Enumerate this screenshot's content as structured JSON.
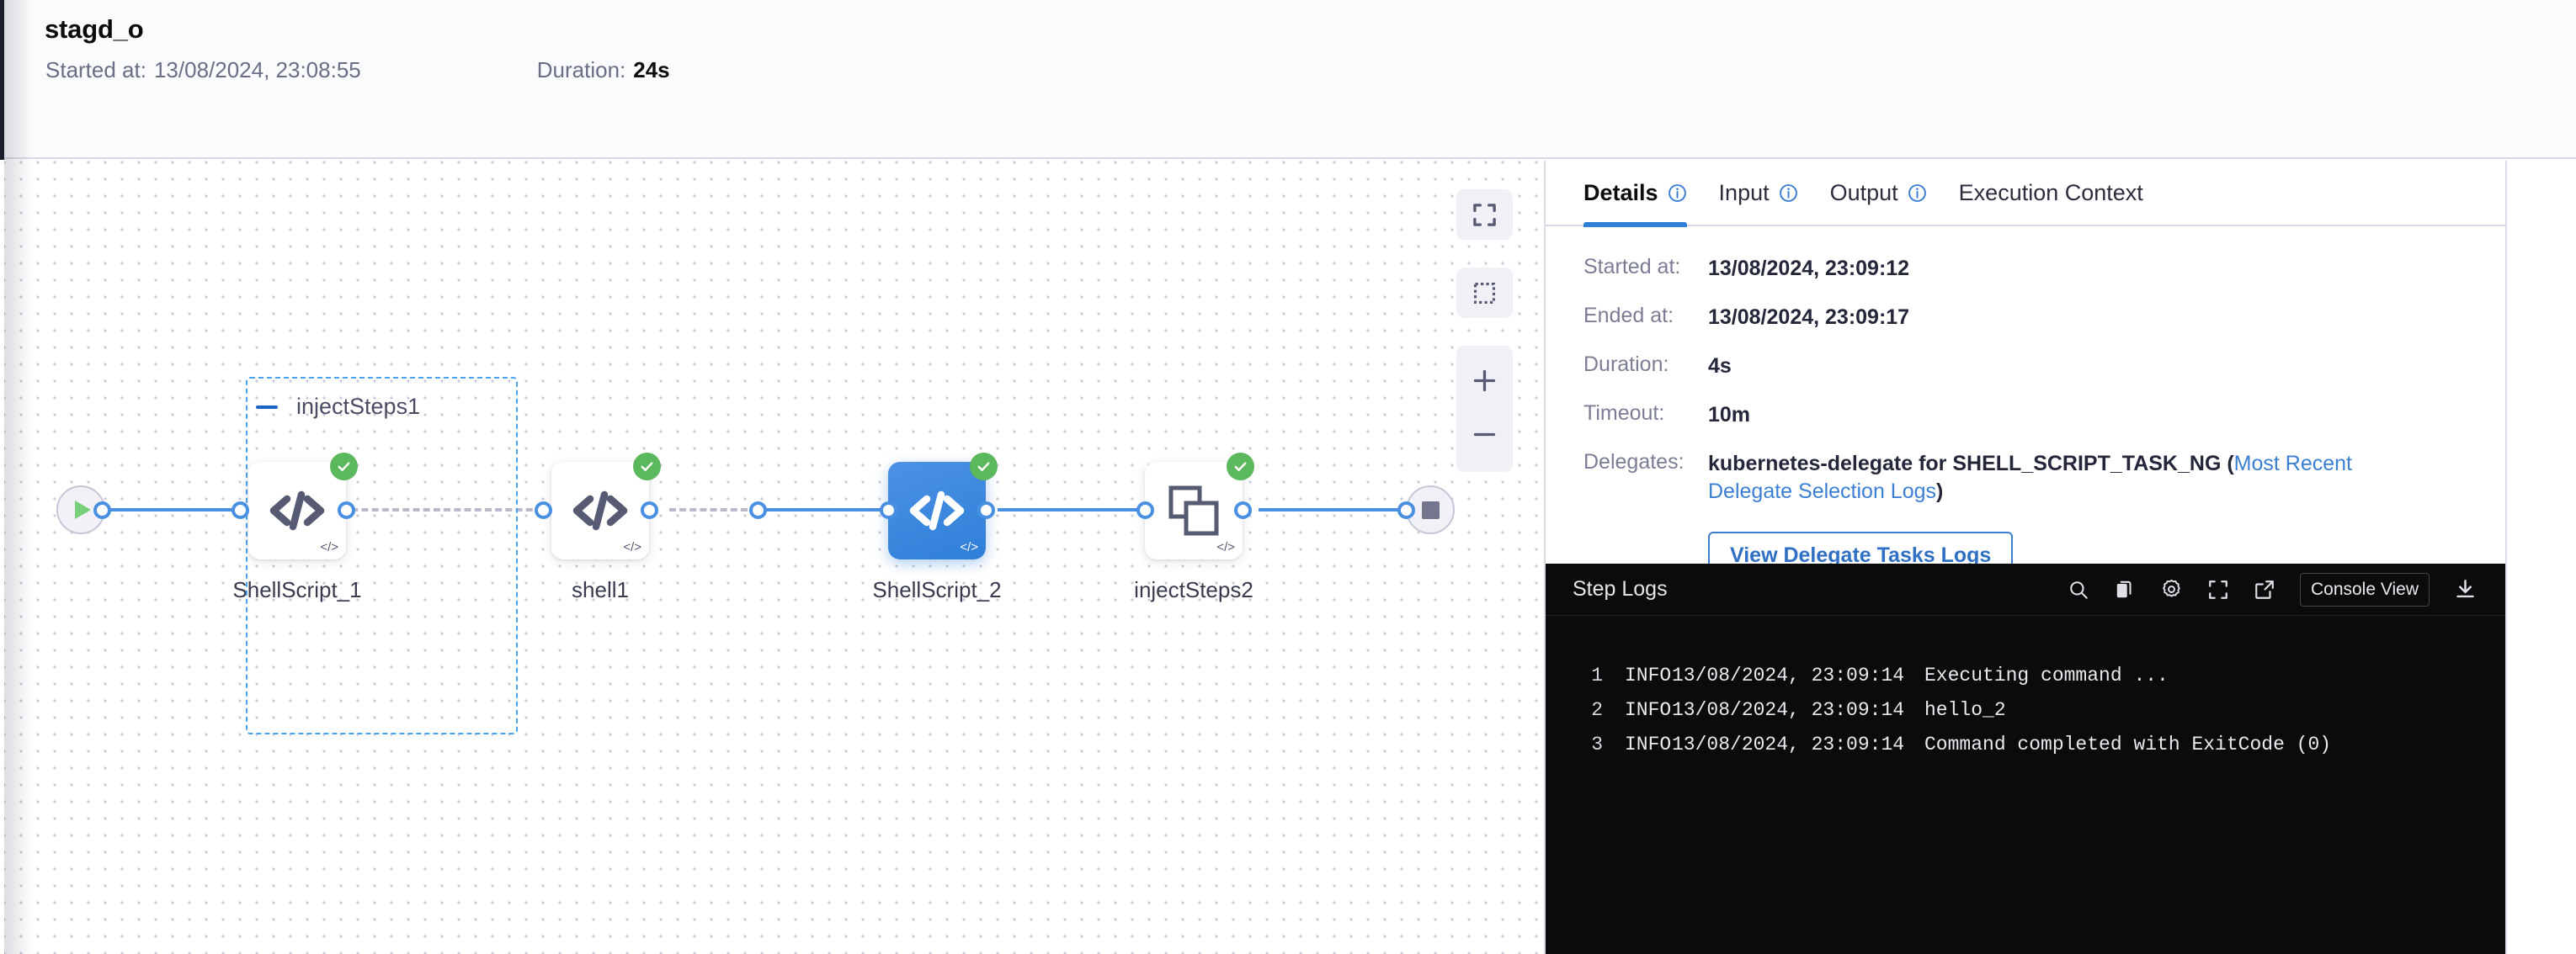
{
  "header": {
    "title": "stagd_o",
    "started_label": "Started at:",
    "started_value": "13/08/2024, 23:08:55",
    "duration_label": "Duration:",
    "duration_value": "24s"
  },
  "canvas": {
    "controls": [
      {
        "name": "fit-to-screen",
        "label": "Fit to screen"
      },
      {
        "name": "selection-box",
        "label": "Selection"
      },
      {
        "name": "zoom-in",
        "label": "Zoom in"
      },
      {
        "name": "zoom-out",
        "label": "Zoom out"
      }
    ],
    "start_node": "start",
    "end_node": "end",
    "group": {
      "name": "injectSteps1"
    },
    "nodes": [
      {
        "label": "ShellScript_1",
        "status": "success",
        "type": "shell-script",
        "selected": false
      },
      {
        "label": "shell1",
        "status": "success",
        "type": "shell-script",
        "selected": false
      },
      {
        "label": "ShellScript_2",
        "status": "success",
        "type": "shell-script",
        "selected": true
      },
      {
        "label": "injectSteps2",
        "status": "success",
        "type": "step-group",
        "selected": false
      }
    ]
  },
  "panel": {
    "tabs": [
      {
        "label": "Details",
        "info": true,
        "active": true
      },
      {
        "label": "Input",
        "info": true,
        "active": false
      },
      {
        "label": "Output",
        "info": true,
        "active": false
      },
      {
        "label": "Execution Context",
        "info": false,
        "active": false
      }
    ],
    "details": [
      {
        "label": "Started at:",
        "value": "13/08/2024, 23:09:12"
      },
      {
        "label": "Ended at:",
        "value": "13/08/2024, 23:09:17"
      },
      {
        "label": "Duration:",
        "value": "4s"
      },
      {
        "label": "Timeout:",
        "value": "10m"
      }
    ],
    "delegates": {
      "label": "Delegates:",
      "text_before": "kubernetes-delegate for SHELL_SCRIPT_TASK_NG (",
      "link": "Most Recent Delegate Selection Logs",
      "text_after": ")"
    },
    "delegate_button": "View Delegate Tasks Logs"
  },
  "logs": {
    "title": "Step Logs",
    "console_view_label": "Console View",
    "tools": [
      "search-icon",
      "copy-icon",
      "gear-icon",
      "fullscreen-icon",
      "external-link-icon",
      "download-icon"
    ],
    "lines": [
      {
        "n": "1",
        "level": "INFO",
        "ts": "13/08/2024, 23:09:14",
        "msg": "Executing command ..."
      },
      {
        "n": "2",
        "level": "INFO",
        "ts": "13/08/2024, 23:09:14",
        "msg": "hello_2"
      },
      {
        "n": "3",
        "level": "INFO",
        "ts": "13/08/2024, 23:09:14",
        "msg": "Command completed with ExitCode (0)"
      }
    ]
  },
  "colors": {
    "accent": "#2f7fd8",
    "edge": "#4a90e2",
    "success": "#5cb85c",
    "group_border": "#4aa3f0",
    "console_bg": "#0b0b0c"
  }
}
